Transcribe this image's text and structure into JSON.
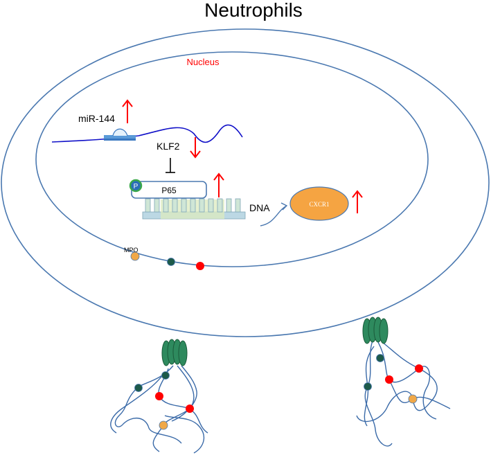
{
  "title": "Neutrophils",
  "labels": {
    "nucleus": "Nucleus",
    "mirna": "miR-144",
    "klf2": "KLF2",
    "phospho": "P",
    "p65": "P65",
    "dna": "DNA",
    "cxcr1": "CXCR1",
    "mpo": "MPO"
  },
  "colors": {
    "membrane": "#4a78b0",
    "title": "#000000",
    "nucleus_label": "#ff0000",
    "arrow_up_down": "#ff0000",
    "mrna_line": "#1010c8",
    "mpo_granule": "#f0a848",
    "dark_granule": "#1d5a4a",
    "red_granule": "#ff0000",
    "receptor": "#2e8a5e",
    "cxcr1_fill": "#f5a442",
    "phospho_fill": "#2a6fb8",
    "phospho_ring": "#3aa84a",
    "dna_green": "#cfe6a8",
    "dna_blue": "#bcd8e4"
  }
}
